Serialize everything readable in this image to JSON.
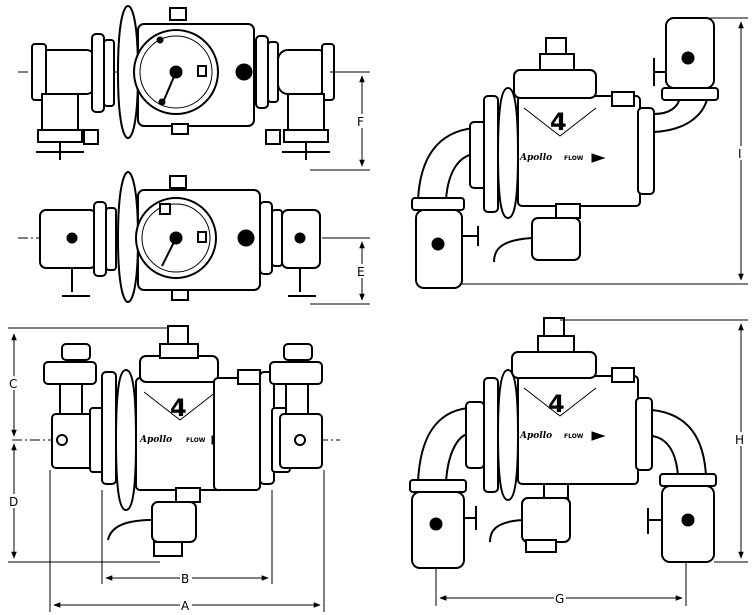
{
  "labels": {
    "model_number": "4",
    "brand_mark": "Apollo",
    "flow_text": "FLOW"
  },
  "dimensions": {
    "A": "A",
    "B": "B",
    "C": "C",
    "D": "D",
    "E": "E",
    "F": "F",
    "G": "G",
    "H": "H",
    "I": "I"
  }
}
